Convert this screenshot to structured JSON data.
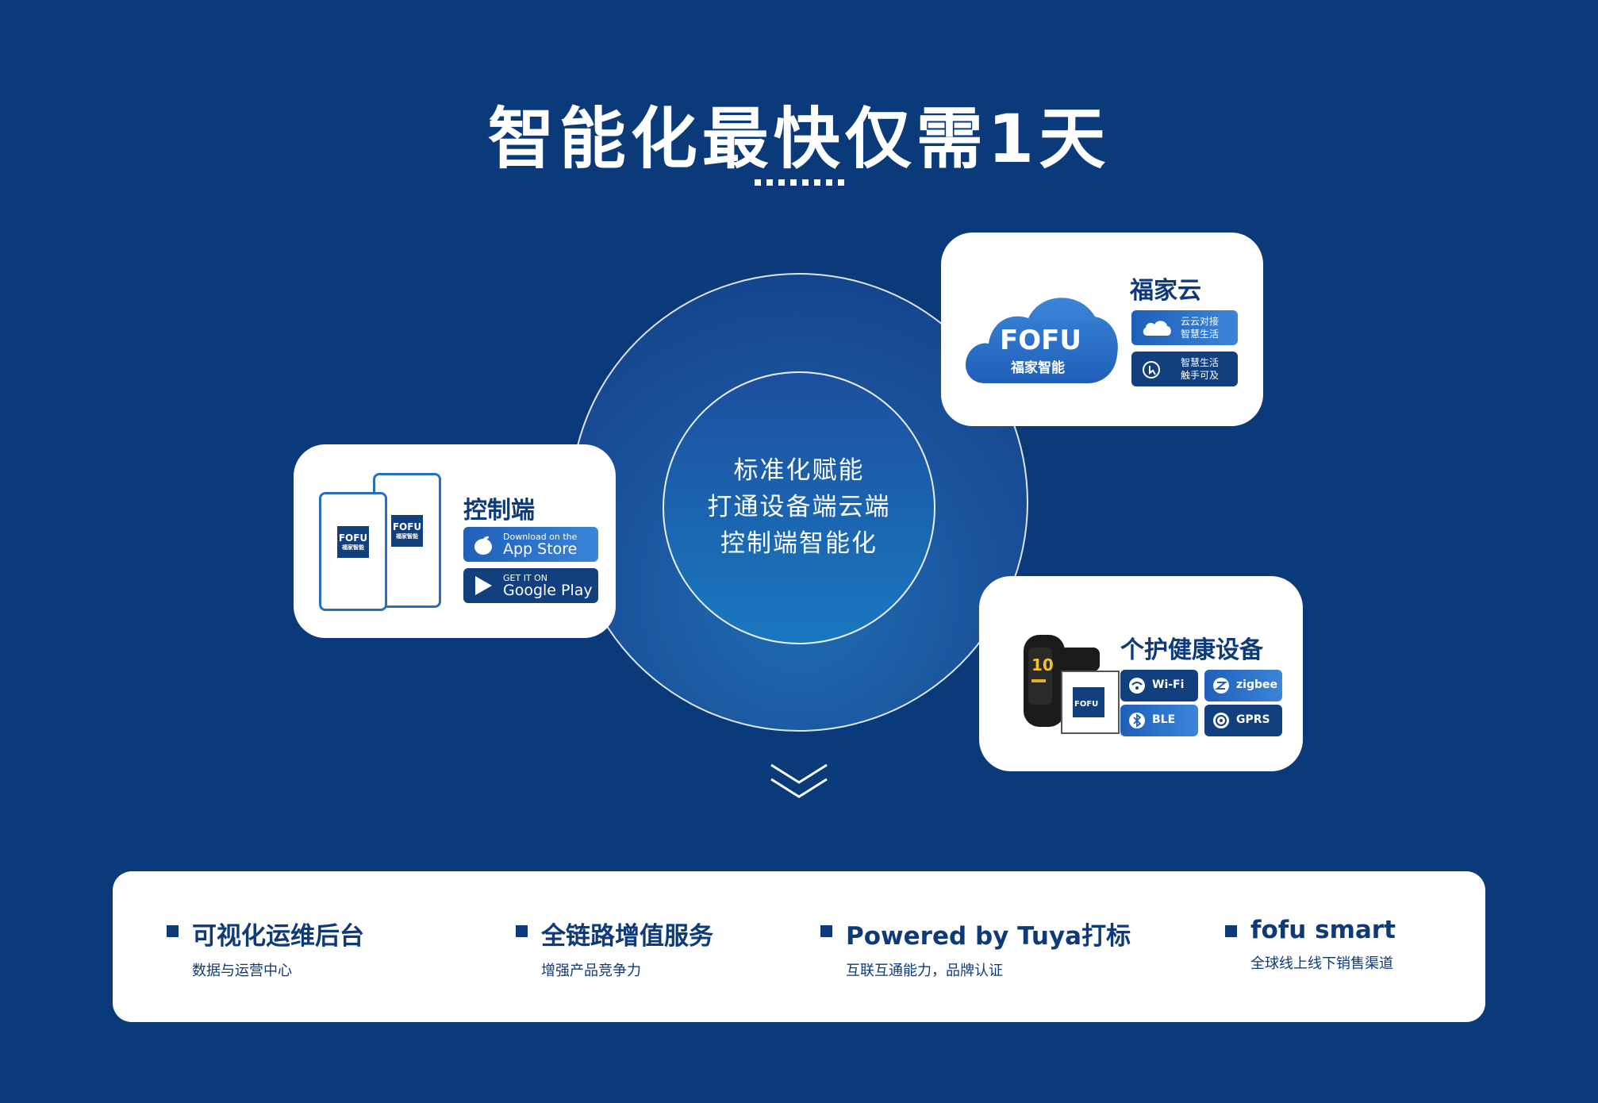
{
  "header": {
    "title": "智能化最快仅需1天"
  },
  "center": {
    "lines": [
      "标准化赋能",
      "打通设备端云端",
      "控制端智能化"
    ]
  },
  "control_card": {
    "title": "控制端",
    "logo_text": "FOFU",
    "logo_sub": "福家智能",
    "app_store": {
      "small": "Download on the",
      "big": "App Store"
    },
    "google_play": {
      "small": "GET IT ON",
      "big": "Google Play"
    }
  },
  "cloud_card": {
    "title": "福家云",
    "logo_text": "FOFU",
    "logo_sub": "福家智能",
    "pills": [
      {
        "line1": "云云对接",
        "line2": "智慧生活",
        "icon": "cloud-icon"
      },
      {
        "line1": "智慧生活",
        "line2": "触手可及",
        "icon": "touch-icon"
      }
    ]
  },
  "health_card": {
    "title": "个护健康设备",
    "watch_time": "10",
    "chip_label": "FOFU",
    "tags": [
      {
        "label": "Wi-Fi",
        "icon": "wifi-icon"
      },
      {
        "label": "zigbee",
        "icon": "zigbee-icon"
      },
      {
        "label": "BLE",
        "icon": "bluetooth-icon"
      },
      {
        "label": "GPRS",
        "icon": "gprs-icon"
      }
    ]
  },
  "features": [
    {
      "title": "可视化运维后台",
      "sub": "数据与运营中心"
    },
    {
      "title": "全链路增值服务",
      "sub": "增强产品竞争力"
    },
    {
      "title": "Powered by Tuya打标",
      "sub": "互联互通能力，品牌认证"
    },
    {
      "title": "fofu smart",
      "sub": "全球线上线下销售渠道"
    }
  ],
  "colors": {
    "background": "#0b3a7a",
    "navy": "#123f7d",
    "blue": "#2a6fbe"
  }
}
